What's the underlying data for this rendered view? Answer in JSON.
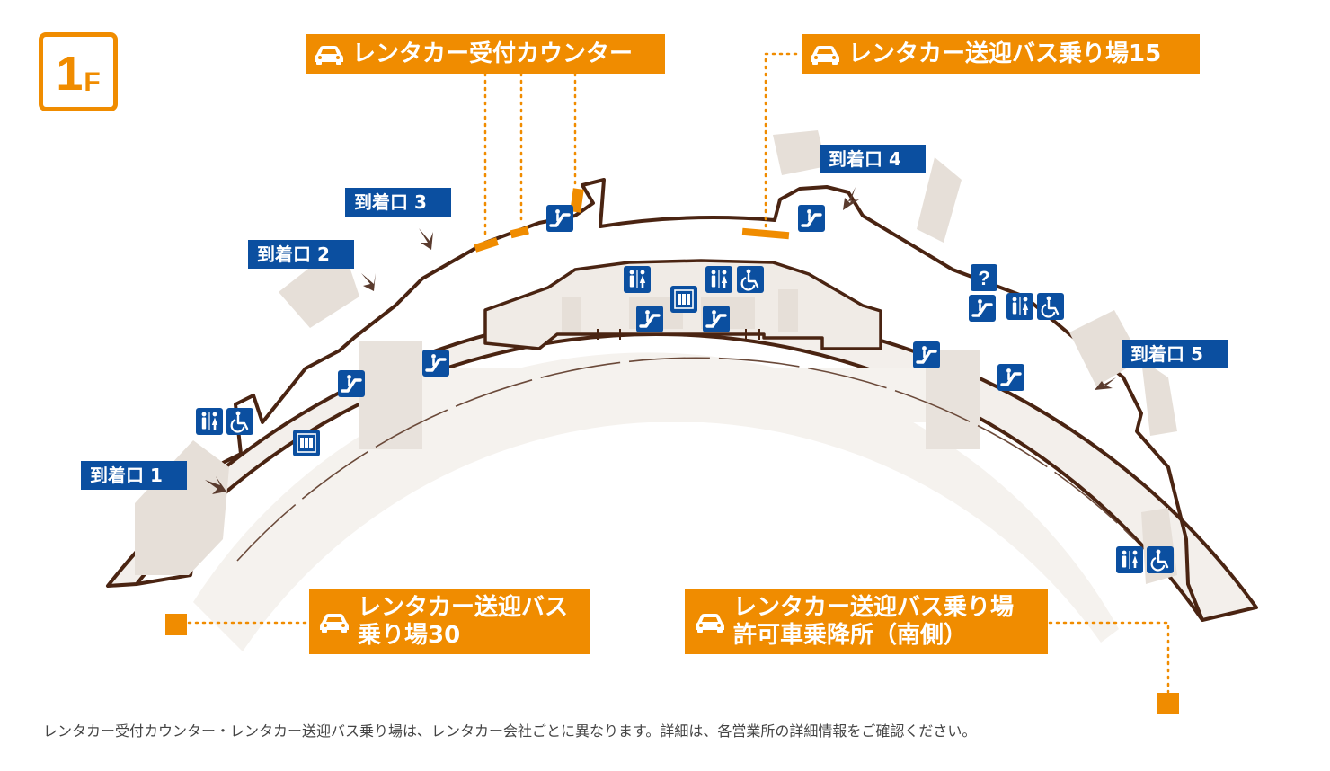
{
  "floor": {
    "number": "1",
    "unit": "F"
  },
  "colors": {
    "accent": "#f08c00",
    "sign_blue": "#0b4fa0",
    "wall": "#4a2412",
    "floor_fill": "#f7f4f1",
    "concourse": "#f0ebe6",
    "block": "#e6dfd8"
  },
  "labels": {
    "counter": "レンタカー受付カウンター",
    "bus15": "レンタカー送迎バス乗り場15",
    "bus30_line1": "レンタカー送迎バス",
    "bus30_line2": "乗り場30",
    "south_line1": "レンタカー送迎バス乗り場",
    "south_line2": "許可車乗降所（南側）"
  },
  "gates": [
    {
      "id": "gate-1",
      "label": "到着口 1"
    },
    {
      "id": "gate-2",
      "label": "到着口 2"
    },
    {
      "id": "gate-3",
      "label": "到着口 3"
    },
    {
      "id": "gate-4",
      "label": "到着口 4"
    },
    {
      "id": "gate-5",
      "label": "到着口 5"
    }
  ],
  "icons": {
    "car": "car-icon",
    "escalator": "escalator-icon",
    "restroom": "restroom-icon",
    "wheelchair": "wheelchair-icon",
    "elevator": "elevator-icon",
    "info": "information-icon",
    "arrow": "arrow-icon"
  },
  "footnote": "レンタカー受付カウンター・レンタカー送迎バス乗り場は、レンタカー会社ごとに異なります。詳細は、各営業所の詳細情報をご確認ください。"
}
